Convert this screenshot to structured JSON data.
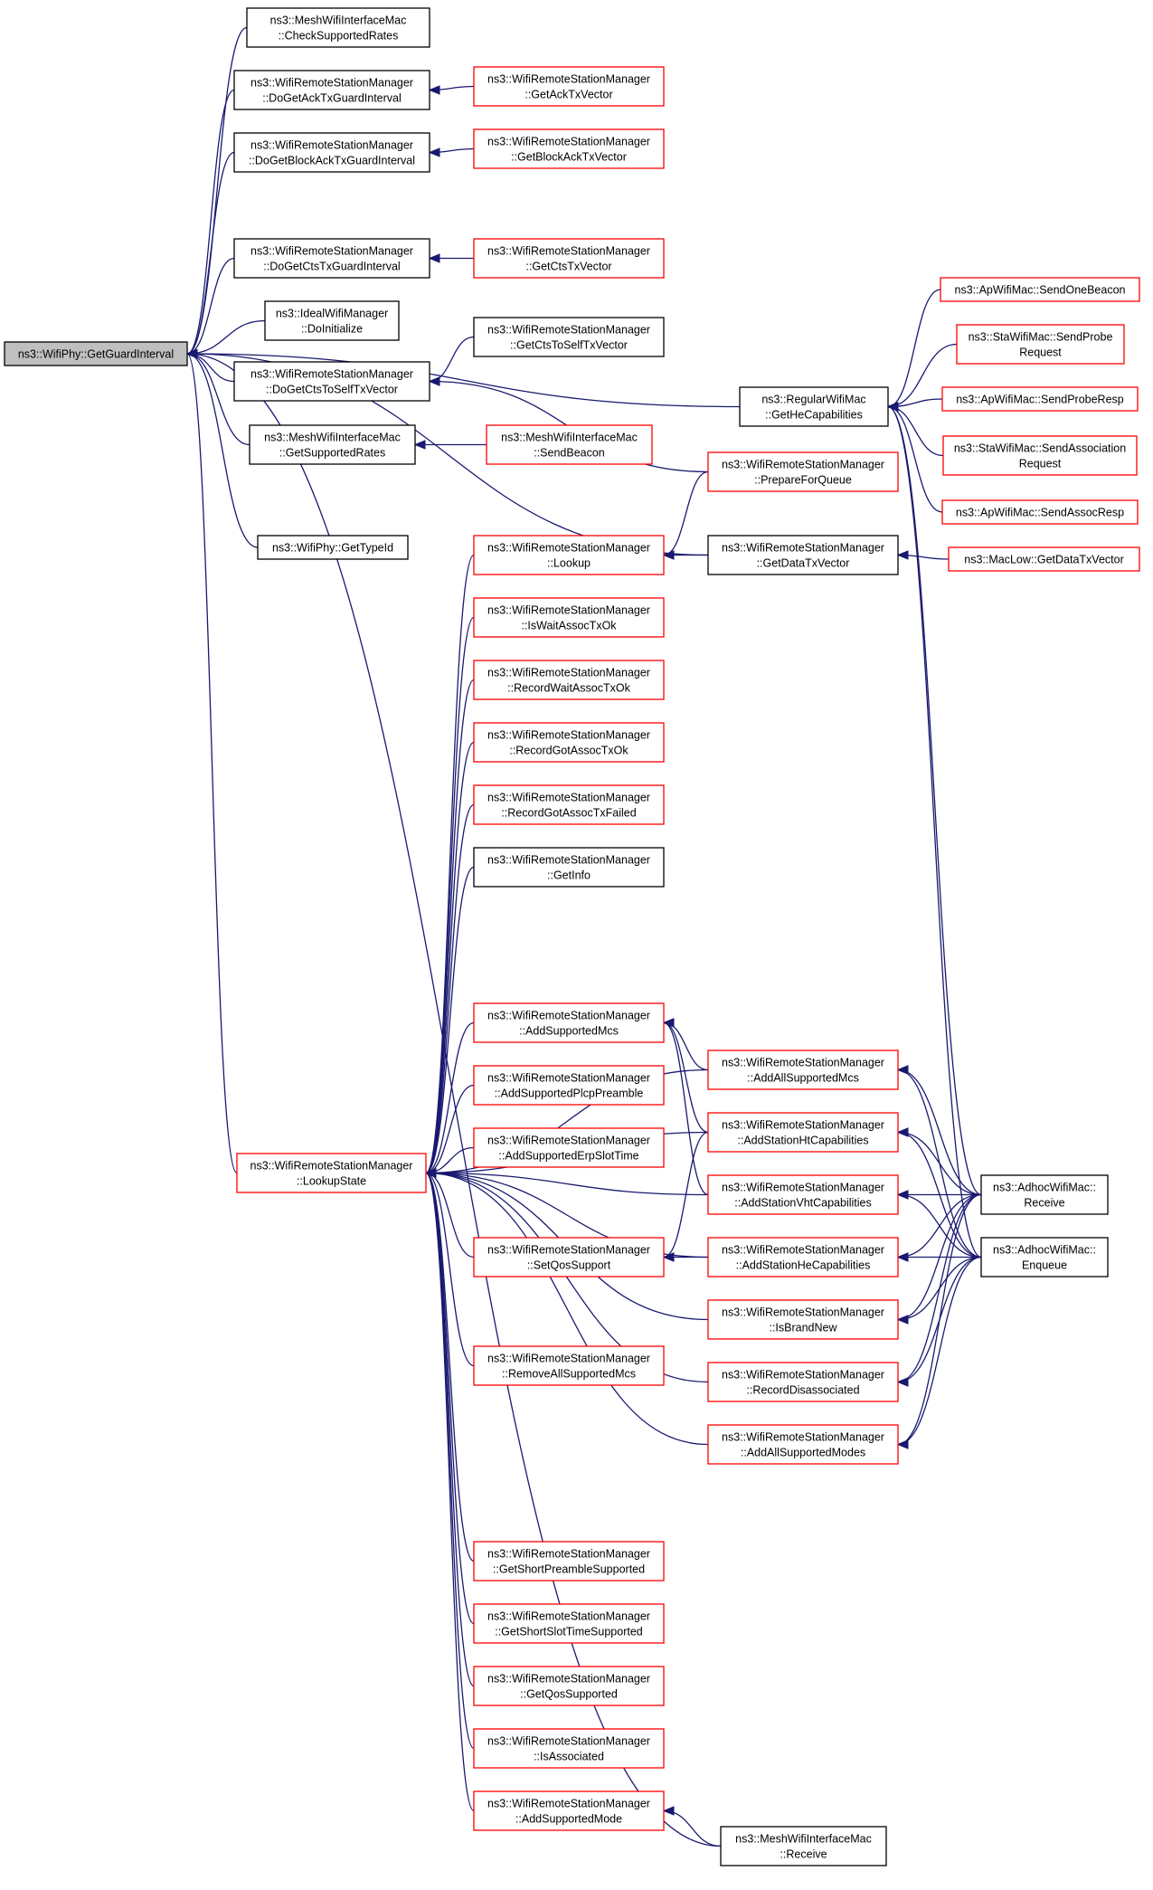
{
  "graph": {
    "colors": {
      "edge": "#191970",
      "root_fill": "#bfbfbf",
      "node_fill": "#ffffff",
      "border_black": "#000000",
      "border_red": "#ff0000"
    },
    "nodes": [
      {
        "id": "root",
        "lines": [
          "ns3::WifiPhy::GetGuardInterval"
        ],
        "border": "black",
        "fill": "gray"
      },
      {
        "id": "checkSupportedRates",
        "lines": [
          "ns3::MeshWifiInterfaceMac",
          "::CheckSupportedRates"
        ],
        "border": "black"
      },
      {
        "id": "doGetAck",
        "lines": [
          "ns3::WifiRemoteStationManager",
          "::DoGetAckTxGuardInterval"
        ],
        "border": "black"
      },
      {
        "id": "doGetBlockAck",
        "lines": [
          "ns3::WifiRemoteStationManager",
          "::DoGetBlockAckTxGuardInterval"
        ],
        "border": "black"
      },
      {
        "id": "doGetCts",
        "lines": [
          "ns3::WifiRemoteStationManager",
          "::DoGetCtsTxGuardInterval"
        ],
        "border": "black"
      },
      {
        "id": "idealDoInit",
        "lines": [
          "ns3::IdealWifiManager",
          "::DoInitialize"
        ],
        "border": "black"
      },
      {
        "id": "doGetCtsToSelf",
        "lines": [
          "ns3::WifiRemoteStationManager",
          "::DoGetCtsToSelfTxVector"
        ],
        "border": "black"
      },
      {
        "id": "getSupportedRates",
        "lines": [
          "ns3::MeshWifiInterfaceMac",
          "::GetSupportedRates"
        ],
        "border": "black"
      },
      {
        "id": "getTypeId",
        "lines": [
          "ns3::WifiPhy::GetTypeId"
        ],
        "border": "black"
      },
      {
        "id": "lookupState",
        "lines": [
          "ns3::WifiRemoteStationManager",
          "::LookupState"
        ],
        "border": "red"
      },
      {
        "id": "getAckTxVector",
        "lines": [
          "ns3::WifiRemoteStationManager",
          "::GetAckTxVector"
        ],
        "border": "red"
      },
      {
        "id": "getBlockAckTxVector",
        "lines": [
          "ns3::WifiRemoteStationManager",
          "::GetBlockAckTxVector"
        ],
        "border": "red"
      },
      {
        "id": "getCtsTxVector",
        "lines": [
          "ns3::WifiRemoteStationManager",
          "::GetCtsTxVector"
        ],
        "border": "red"
      },
      {
        "id": "getCtsToSelfTxVector",
        "lines": [
          "ns3::WifiRemoteStationManager",
          "::GetCtsToSelfTxVector"
        ],
        "border": "black"
      },
      {
        "id": "sendBeacon",
        "lines": [
          "ns3::MeshWifiInterfaceMac",
          "::SendBeacon"
        ],
        "border": "red"
      },
      {
        "id": "lookup",
        "lines": [
          "ns3::WifiRemoteStationManager",
          "::Lookup"
        ],
        "border": "red"
      },
      {
        "id": "isWaitAssoc",
        "lines": [
          "ns3::WifiRemoteStationManager",
          "::IsWaitAssocTxOk"
        ],
        "border": "red"
      },
      {
        "id": "recordWaitAssoc",
        "lines": [
          "ns3::WifiRemoteStationManager",
          "::RecordWaitAssocTxOk"
        ],
        "border": "red"
      },
      {
        "id": "recordGotAssoc",
        "lines": [
          "ns3::WifiRemoteStationManager",
          "::RecordGotAssocTxOk"
        ],
        "border": "red"
      },
      {
        "id": "recordGotAssocFailed",
        "lines": [
          "ns3::WifiRemoteStationManager",
          "::RecordGotAssocTxFailed"
        ],
        "border": "red"
      },
      {
        "id": "getInfo",
        "lines": [
          "ns3::WifiRemoteStationManager",
          "::GetInfo"
        ],
        "border": "black"
      },
      {
        "id": "addSupportedMcs",
        "lines": [
          "ns3::WifiRemoteStationManager",
          "::AddSupportedMcs"
        ],
        "border": "red"
      },
      {
        "id": "addSupportedPlcp",
        "lines": [
          "ns3::WifiRemoteStationManager",
          "::AddSupportedPlcpPreamble"
        ],
        "border": "red"
      },
      {
        "id": "addSupportedErp",
        "lines": [
          "ns3::WifiRemoteStationManager",
          "::AddSupportedErpSlotTime"
        ],
        "border": "red"
      },
      {
        "id": "setQos",
        "lines": [
          "ns3::WifiRemoteStationManager",
          "::SetQosSupport"
        ],
        "border": "red"
      },
      {
        "id": "removeAllMcs",
        "lines": [
          "ns3::WifiRemoteStationManager",
          "::RemoveAllSupportedMcs"
        ],
        "border": "red"
      },
      {
        "id": "getShortPreamble",
        "lines": [
          "ns3::WifiRemoteStationManager",
          "::GetShortPreambleSupported"
        ],
        "border": "red"
      },
      {
        "id": "getShortSlot",
        "lines": [
          "ns3::WifiRemoteStationManager",
          "::GetShortSlotTimeSupported"
        ],
        "border": "red"
      },
      {
        "id": "getQos",
        "lines": [
          "ns3::WifiRemoteStationManager",
          "::GetQosSupported"
        ],
        "border": "red"
      },
      {
        "id": "isAssociated",
        "lines": [
          "ns3::WifiRemoteStationManager",
          "::IsAssociated"
        ],
        "border": "red"
      },
      {
        "id": "addSupportedMode",
        "lines": [
          "ns3::WifiRemoteStationManager",
          "::AddSupportedMode"
        ],
        "border": "red"
      },
      {
        "id": "regularHeCap",
        "lines": [
          "ns3::RegularWifiMac",
          "::GetHeCapabilities"
        ],
        "border": "black"
      },
      {
        "id": "prepareForQueue",
        "lines": [
          "ns3::WifiRemoteStationManager",
          "::PrepareForQueue"
        ],
        "border": "red"
      },
      {
        "id": "getDataTxVector",
        "lines": [
          "ns3::WifiRemoteStationManager",
          "::GetDataTxVector"
        ],
        "border": "black"
      },
      {
        "id": "addAllMcs",
        "lines": [
          "ns3::WifiRemoteStationManager",
          "::AddAllSupportedMcs"
        ],
        "border": "red"
      },
      {
        "id": "addHtCap",
        "lines": [
          "ns3::WifiRemoteStationManager",
          "::AddStationHtCapabilities"
        ],
        "border": "red"
      },
      {
        "id": "addVhtCap",
        "lines": [
          "ns3::WifiRemoteStationManager",
          "::AddStationVhtCapabilities"
        ],
        "border": "red"
      },
      {
        "id": "addHeCap",
        "lines": [
          "ns3::WifiRemoteStationManager",
          "::AddStationHeCapabilities"
        ],
        "border": "red"
      },
      {
        "id": "isBrandNew",
        "lines": [
          "ns3::WifiRemoteStationManager",
          "::IsBrandNew"
        ],
        "border": "red"
      },
      {
        "id": "recordDisassoc",
        "lines": [
          "ns3::WifiRemoteStationManager",
          "::RecordDisassociated"
        ],
        "border": "red"
      },
      {
        "id": "addAllModes",
        "lines": [
          "ns3::WifiRemoteStationManager",
          "::AddAllSupportedModes"
        ],
        "border": "red"
      },
      {
        "id": "meshReceive",
        "lines": [
          "ns3::MeshWifiInterfaceMac",
          "::Receive"
        ],
        "border": "black"
      },
      {
        "id": "apSendOneBeacon",
        "lines": [
          "ns3::ApWifiMac::SendOneBeacon"
        ],
        "border": "red"
      },
      {
        "id": "staSendProbe",
        "lines": [
          "ns3::StaWifiMac::SendProbe",
          "Request"
        ],
        "border": "red"
      },
      {
        "id": "apSendProbeResp",
        "lines": [
          "ns3::ApWifiMac::SendProbeResp"
        ],
        "border": "red"
      },
      {
        "id": "staSendAssoc",
        "lines": [
          "ns3::StaWifiMac::SendAssociation",
          "Request"
        ],
        "border": "red"
      },
      {
        "id": "apSendAssocResp",
        "lines": [
          "ns3::ApWifiMac::SendAssocResp"
        ],
        "border": "red"
      },
      {
        "id": "macLowGetData",
        "lines": [
          "ns3::MacLow::GetDataTxVector"
        ],
        "border": "red"
      },
      {
        "id": "adhocReceive",
        "lines": [
          "ns3::AdhocWifiMac::",
          "Receive"
        ],
        "border": "black"
      },
      {
        "id": "adhocEnqueue",
        "lines": [
          "ns3::AdhocWifiMac::",
          "Enqueue"
        ],
        "border": "black"
      }
    ],
    "edges": [
      [
        "checkSupportedRates",
        "root"
      ],
      [
        "doGetAck",
        "root"
      ],
      [
        "doGetBlockAck",
        "root"
      ],
      [
        "regularHeCap",
        "root"
      ],
      [
        "doGetCts",
        "root"
      ],
      [
        "idealDoInit",
        "root"
      ],
      [
        "doGetCtsToSelf",
        "root"
      ],
      [
        "getSupportedRates",
        "root"
      ],
      [
        "getDataTxVector",
        "root"
      ],
      [
        "getTypeId",
        "root"
      ],
      [
        "lookupState",
        "root"
      ],
      [
        "meshReceive",
        "root"
      ],
      [
        "getAckTxVector",
        "doGetAck"
      ],
      [
        "getBlockAckTxVector",
        "doGetBlockAck"
      ],
      [
        "getCtsTxVector",
        "doGetCts"
      ],
      [
        "getCtsToSelfTxVector",
        "doGetCtsToSelf"
      ],
      [
        "prepareForQueue",
        "doGetCtsToSelf"
      ],
      [
        "sendBeacon",
        "getSupportedRates"
      ],
      [
        "apSendOneBeacon",
        "regularHeCap"
      ],
      [
        "staSendProbe",
        "regularHeCap"
      ],
      [
        "apSendProbeResp",
        "regularHeCap"
      ],
      [
        "staSendAssoc",
        "regularHeCap"
      ],
      [
        "apSendAssocResp",
        "regularHeCap"
      ],
      [
        "adhocReceive",
        "regularHeCap"
      ],
      [
        "adhocEnqueue",
        "regularHeCap"
      ],
      [
        "macLowGetData",
        "getDataTxVector"
      ],
      [
        "getDataTxVector",
        "lookup"
      ],
      [
        "prepareForQueue",
        "lookup"
      ],
      [
        "lookup",
        "lookupState"
      ],
      [
        "isWaitAssoc",
        "lookupState"
      ],
      [
        "recordWaitAssoc",
        "lookupState"
      ],
      [
        "recordGotAssoc",
        "lookupState"
      ],
      [
        "recordGotAssocFailed",
        "lookupState"
      ],
      [
        "getInfo",
        "lookupState"
      ],
      [
        "addSupportedMcs",
        "lookupState"
      ],
      [
        "addSupportedPlcp",
        "lookupState"
      ],
      [
        "addSupportedErp",
        "lookupState"
      ],
      [
        "setQos",
        "lookupState"
      ],
      [
        "removeAllMcs",
        "lookupState"
      ],
      [
        "getShortPreamble",
        "lookupState"
      ],
      [
        "getShortSlot",
        "lookupState"
      ],
      [
        "getQos",
        "lookupState"
      ],
      [
        "isAssociated",
        "lookupState"
      ],
      [
        "addSupportedMode",
        "lookupState"
      ],
      [
        "addAllMcs",
        "lookupState"
      ],
      [
        "addHtCap",
        "lookupState"
      ],
      [
        "addVhtCap",
        "lookupState"
      ],
      [
        "addHeCap",
        "lookupState"
      ],
      [
        "isBrandNew",
        "lookupState"
      ],
      [
        "recordDisassoc",
        "lookupState"
      ],
      [
        "addAllModes",
        "lookupState"
      ],
      [
        "addAllMcs",
        "addSupportedMcs"
      ],
      [
        "addHtCap",
        "addSupportedMcs"
      ],
      [
        "addVhtCap",
        "addSupportedMcs"
      ],
      [
        "addHtCap",
        "setQos"
      ],
      [
        "addHeCap",
        "setQos"
      ],
      [
        "meshReceive",
        "addSupportedMode"
      ],
      [
        "adhocReceive",
        "addAllMcs"
      ],
      [
        "adhocEnqueue",
        "addAllMcs"
      ],
      [
        "adhocReceive",
        "addHtCap"
      ],
      [
        "adhocEnqueue",
        "addHtCap"
      ],
      [
        "adhocReceive",
        "addVhtCap"
      ],
      [
        "adhocEnqueue",
        "addVhtCap"
      ],
      [
        "adhocReceive",
        "addHeCap"
      ],
      [
        "adhocEnqueue",
        "addHeCap"
      ],
      [
        "adhocReceive",
        "isBrandNew"
      ],
      [
        "adhocEnqueue",
        "isBrandNew"
      ],
      [
        "adhocReceive",
        "recordDisassoc"
      ],
      [
        "adhocEnqueue",
        "recordDisassoc"
      ],
      [
        "adhocReceive",
        "addAllModes"
      ],
      [
        "adhocEnqueue",
        "addAllModes"
      ]
    ]
  }
}
